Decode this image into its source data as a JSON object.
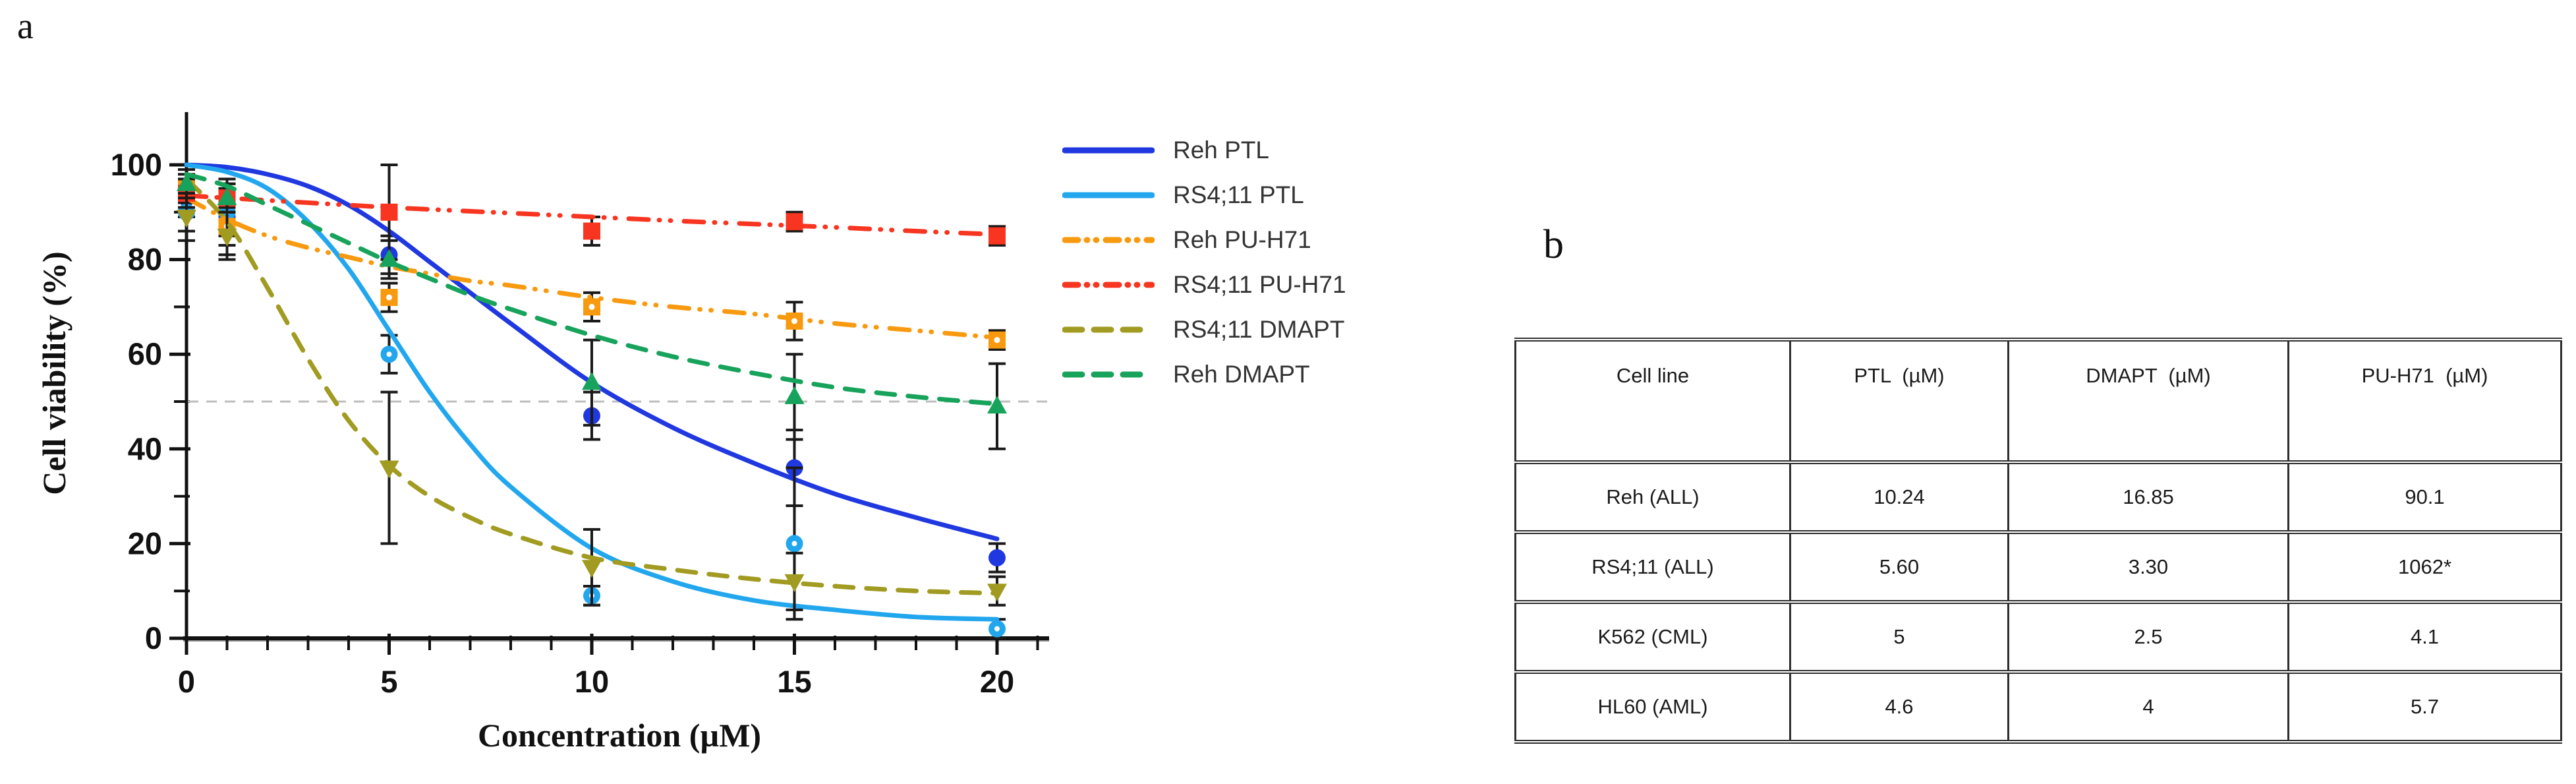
{
  "panels": {
    "a_label": "a",
    "b_label": "b"
  },
  "chart_data": {
    "type": "line",
    "title": "",
    "xlabel": "Concentration (µM)",
    "ylabel": "Cell viability (%)",
    "xlim": [
      0,
      21
    ],
    "ylim": [
      0,
      100
    ],
    "x_ticks": [
      0,
      5,
      10,
      15,
      20
    ],
    "y_ticks": [
      0,
      20,
      40,
      60,
      80,
      100
    ],
    "x_minor_step": 1,
    "y_minor_step": 10,
    "grid": false,
    "reference_line_y": 50,
    "legend_position": "right",
    "axis_color": "#111111",
    "error_bar_color": "#1a1a1a",
    "reference_line_color": "#bcbcbc",
    "x": [
      0,
      1,
      5,
      10,
      15,
      20
    ],
    "fit_x": [
      0,
      1,
      2,
      3,
      4,
      5,
      6,
      7,
      8,
      10,
      12,
      14,
      16,
      18,
      20
    ],
    "series": [
      {
        "name": "Reh PTL",
        "color": "#2038e0",
        "line_style": "solid",
        "marker": "circle",
        "values": [
          93,
          89,
          81,
          47,
          36,
          17
        ],
        "errors": [
          4,
          8,
          4,
          5,
          8,
          3
        ],
        "fit": [
          100,
          99.5,
          98,
          95.5,
          91.5,
          86,
          79.5,
          73,
          66.5,
          54,
          44.5,
          37,
          30.5,
          25.5,
          21
        ]
      },
      {
        "name": "RS4;11 PTL",
        "color": "#22a7ee",
        "line_style": "solid",
        "marker": "circle-dot",
        "values": [
          90,
          90,
          60,
          9,
          20,
          2
        ],
        "errors": [
          4,
          5,
          4,
          2,
          16,
          2
        ],
        "fit": [
          100,
          98.5,
          95,
          88,
          78,
          65,
          52,
          41,
          32,
          19,
          12,
          8,
          6,
          4.5,
          4
        ]
      },
      {
        "name": "Reh PU-H71",
        "color": "#f89a10",
        "line_style": "dashdotdot",
        "marker": "square-dot",
        "values": [
          95,
          87,
          72,
          70,
          67,
          63
        ],
        "errors": [
          3,
          4,
          3,
          3,
          4,
          2
        ],
        "fit": [
          93,
          88.5,
          85,
          82.5,
          80.5,
          78.5,
          77,
          75.5,
          74.5,
          72,
          70,
          68.5,
          66.5,
          65,
          63.5
        ]
      },
      {
        "name": "RS4;11 PU-H71",
        "color": "#f73520",
        "line_style": "dashdotdot",
        "marker": "square",
        "values": [
          94,
          93,
          90,
          86,
          88,
          85
        ],
        "errors": [
          3,
          3,
          10,
          3,
          2,
          2
        ],
        "fit": [
          93.5,
          93,
          92.5,
          92,
          91.5,
          91,
          90.6,
          90.2,
          89.8,
          89,
          88.2,
          87.5,
          86.8,
          86,
          85.3
        ]
      },
      {
        "name": "RS4;11 DMAPT",
        "color": "#a19b22",
        "line_style": "dashed",
        "marker": "triangle-down",
        "values": [
          89,
          85,
          36,
          15,
          12,
          10
        ],
        "errors": [
          5,
          5,
          16,
          8,
          6,
          3
        ],
        "fit": [
          97,
          88,
          74,
          59,
          46,
          36.5,
          30,
          25.5,
          22,
          17,
          14.5,
          12.5,
          11,
          10,
          9.5
        ]
      },
      {
        "name": "Reh DMAPT",
        "color": "#17a35b",
        "line_style": "dashed",
        "marker": "triangle-up",
        "values": [
          96,
          93,
          80,
          54,
          51,
          49
        ],
        "errors": [
          3,
          3,
          4,
          9,
          9,
          9
        ],
        "fit": [
          98,
          95.5,
          91.5,
          87.5,
          83.5,
          79.5,
          76,
          72.5,
          69.5,
          64,
          59.5,
          56,
          53,
          51,
          49.5
        ]
      }
    ]
  },
  "table": {
    "headers": [
      "Cell line",
      "PTL  (µM)",
      "DMAPT  (µM)",
      "PU-H71  (µM)"
    ],
    "rows": [
      [
        "Reh (ALL)",
        "10.24",
        "16.85",
        "90.1"
      ],
      [
        "RS4;11 (ALL)",
        "5.60",
        "3.30",
        "1062*"
      ],
      [
        "K562 (CML)",
        "5",
        "2.5",
        "4.1"
      ],
      [
        "HL60 (AML)",
        "4.6",
        "4",
        "5.7"
      ]
    ]
  }
}
